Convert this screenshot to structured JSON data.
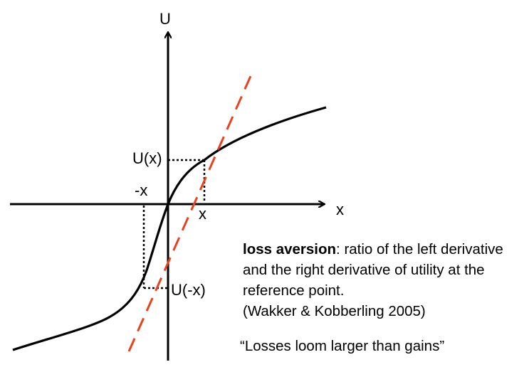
{
  "axes": {
    "y_label": "U",
    "x_label": "x"
  },
  "labels": {
    "ux": "U(x)",
    "u_neg_x": "U(-x)",
    "tick_x": "x",
    "tick_neg_x": "-x"
  },
  "caption": {
    "term": "loss aversion",
    "definition": ": ratio of the left derivative and the right derivative of utility at the reference point.",
    "citation": "(Wakker & Kobberling 2005)"
  },
  "quote": "“Losses loom larger than gains”",
  "colors": {
    "curve": "#000000",
    "tangent": "#e8431e",
    "axes": "#000000"
  }
}
